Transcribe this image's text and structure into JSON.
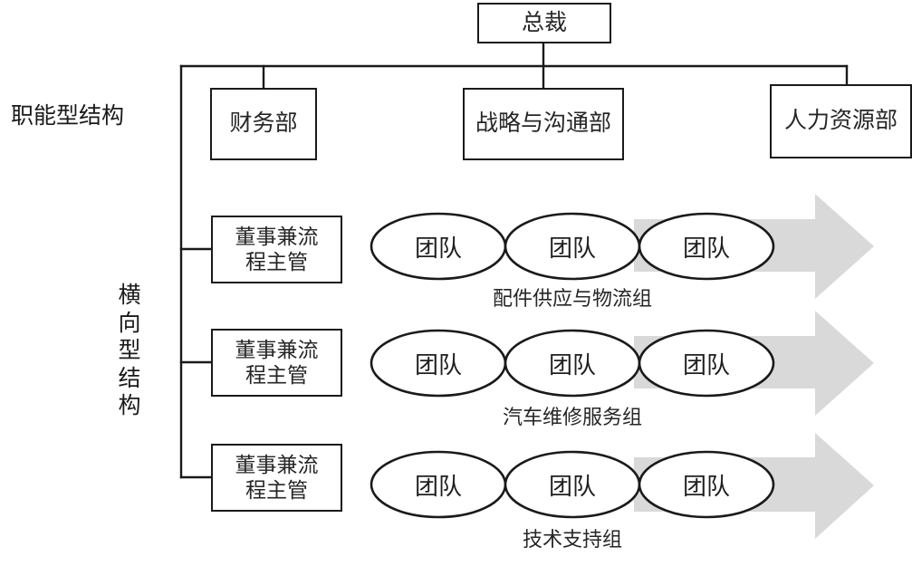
{
  "diagram": {
    "type": "organizational-chart",
    "background": "#ffffff",
    "line_color": "#1a1a1a",
    "arrow_color": "#d9d9d9",
    "side_labels": {
      "functional": "职能型结构",
      "horizontal": "横向型结构"
    },
    "president": {
      "label": "总裁"
    },
    "departments": [
      {
        "label": "财务部"
      },
      {
        "label": "战略与沟通部"
      },
      {
        "label": "人力资源部"
      }
    ],
    "process_rows": [
      {
        "director": {
          "line1": "董事兼流",
          "line2": "程主管"
        },
        "teams": [
          "团队",
          "团队",
          "团队"
        ],
        "group_label": "配件供应与物流组"
      },
      {
        "director": {
          "line1": "董事兼流",
          "line2": "程主管"
        },
        "teams": [
          "团队",
          "团队",
          "团队"
        ],
        "group_label": "汽车维修服务组"
      },
      {
        "director": {
          "line1": "董事兼流",
          "line2": "程主管"
        },
        "teams": [
          "团队",
          "团队",
          "团队"
        ],
        "group_label": "技术支持组"
      }
    ]
  }
}
